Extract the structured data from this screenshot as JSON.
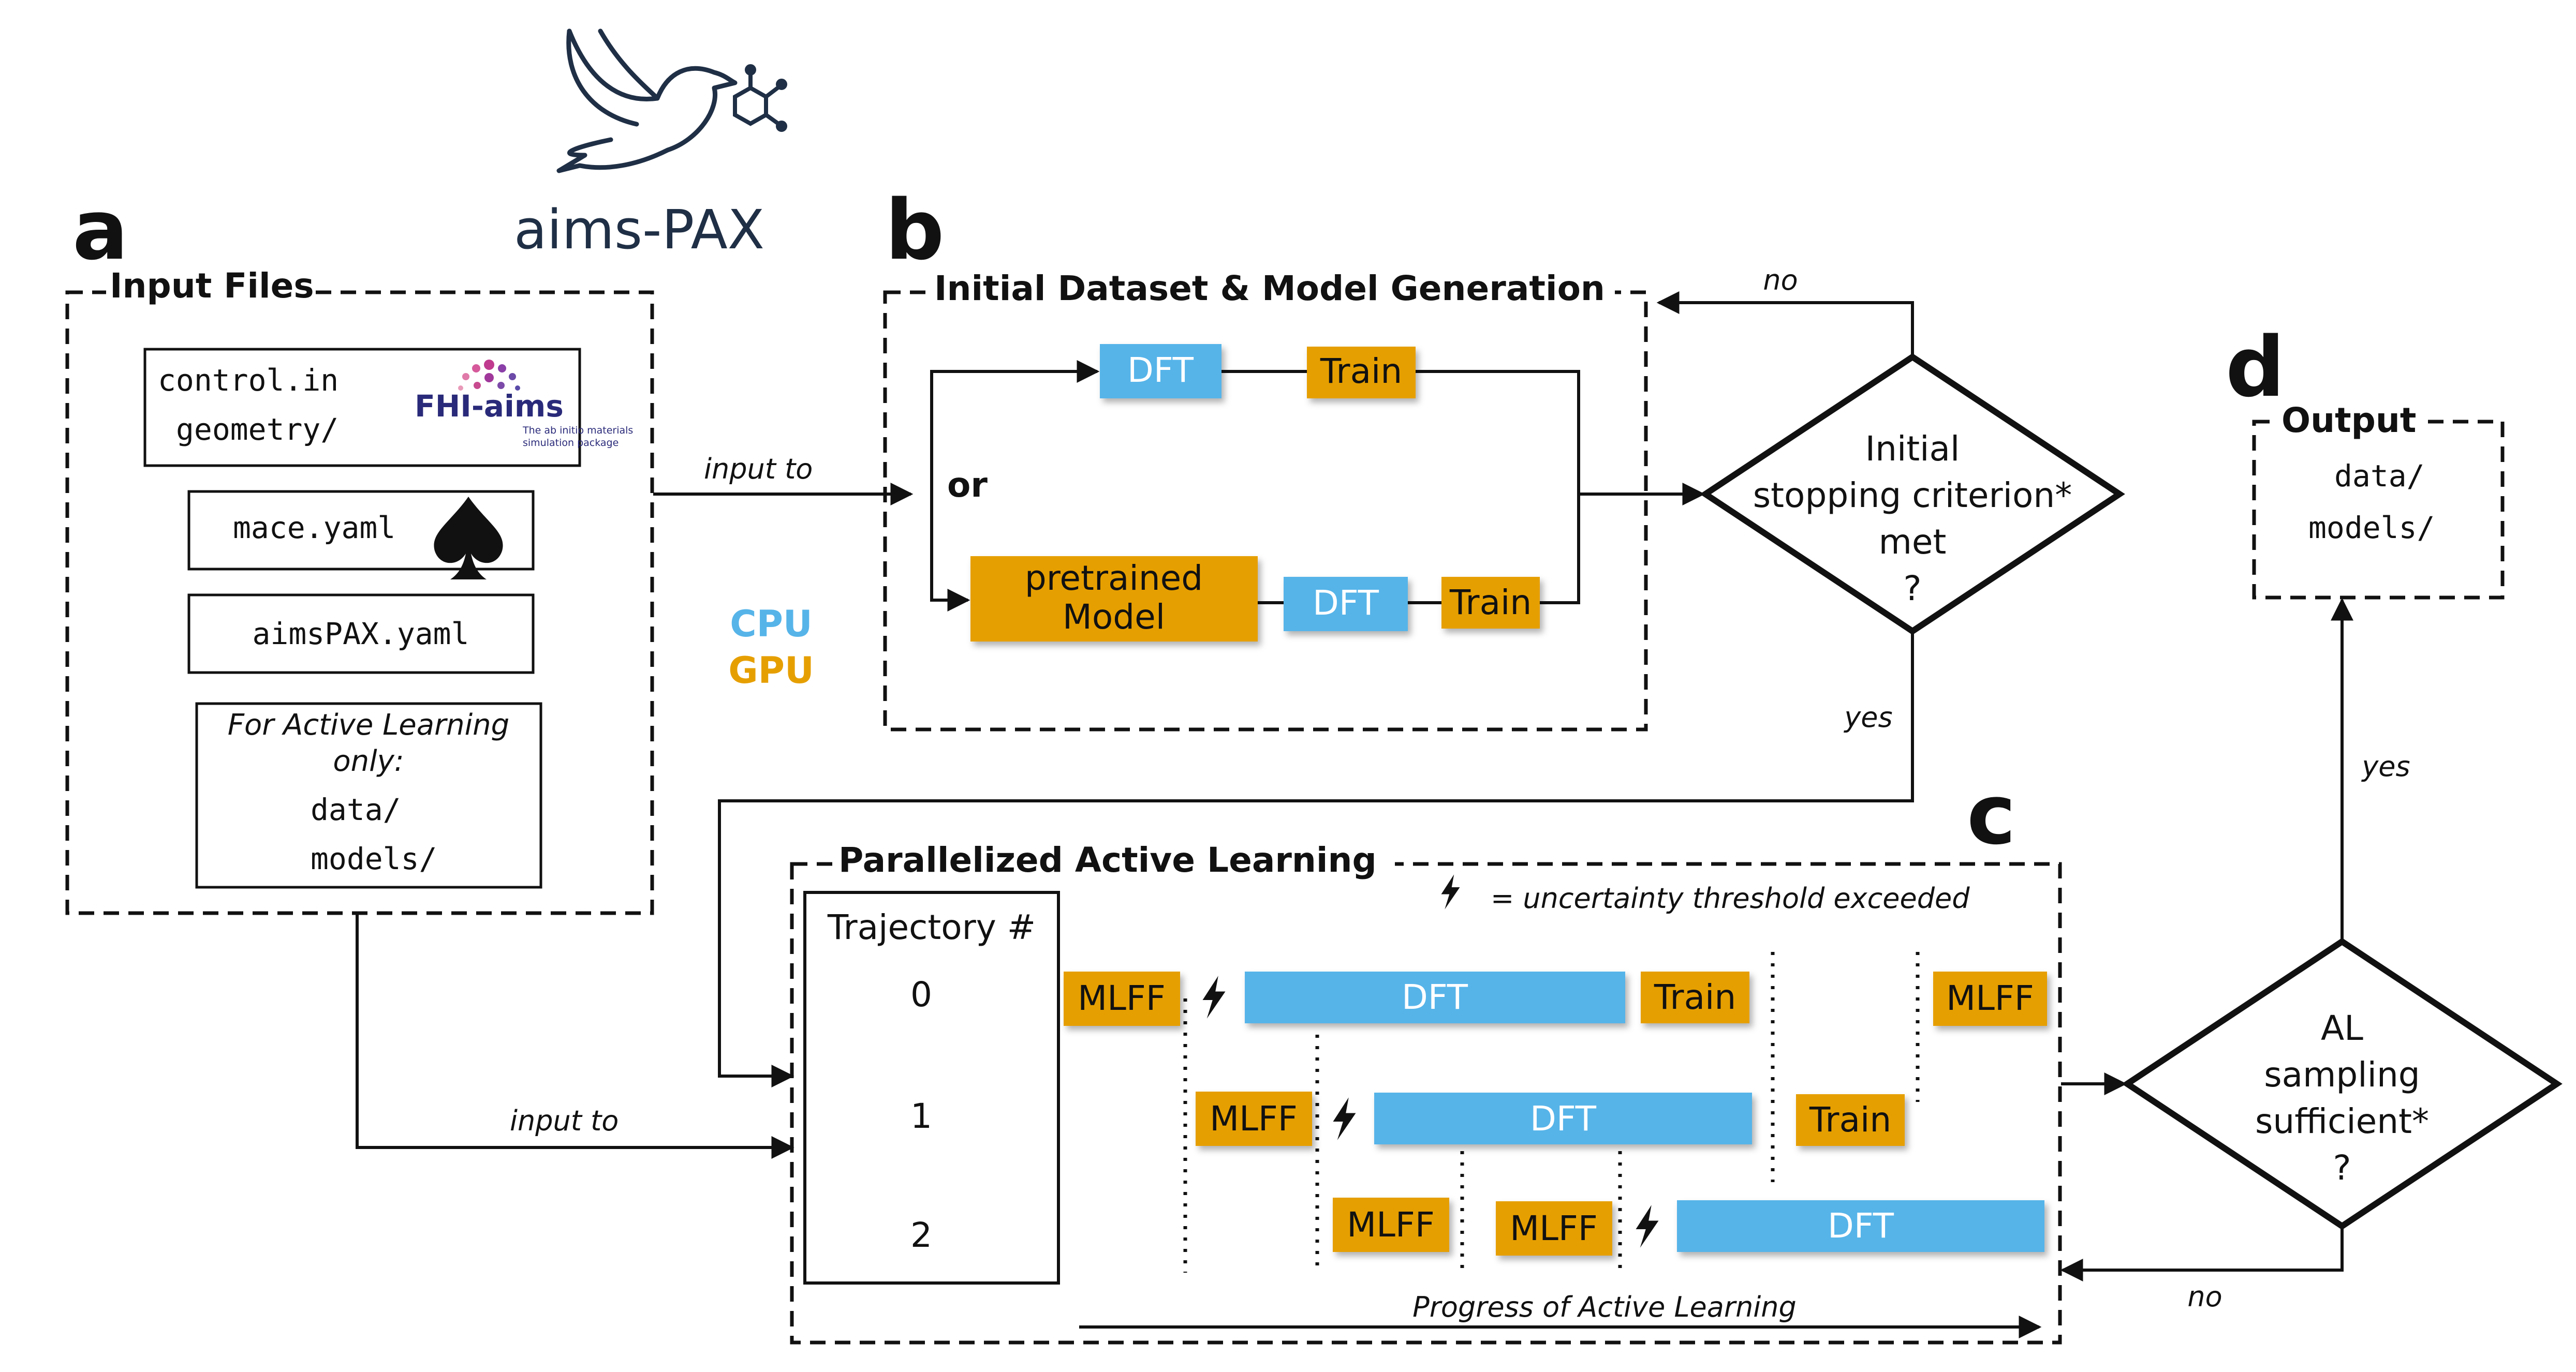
{
  "brand": {
    "name": "aims-PAX"
  },
  "panels": {
    "a": {
      "letter": "a",
      "title": "Input Files"
    },
    "b": {
      "letter": "b",
      "title": "Initial Dataset & Model Generation"
    },
    "c": {
      "letter": "c",
      "title": "Parallelized Active Learning"
    },
    "d": {
      "letter": "d",
      "title": "Output"
    }
  },
  "input_files": {
    "control": "control.in",
    "geometry": "geometry/",
    "fhi_logo_text": "FHI-aims",
    "fhi_tagline_1": "The ab initio materials",
    "fhi_tagline_2": "simulation package",
    "mace": "mace.yaml",
    "aimspax": "aimsPAX.yaml",
    "al_note_1": "For Active Learning",
    "al_note_2": "only:",
    "al_data": "data/",
    "al_models": "models/"
  },
  "labels": {
    "input_to": "input to",
    "or": "or",
    "yes": "yes",
    "no": "no",
    "cpu": "CPU",
    "gpu": "GPU"
  },
  "tasks": {
    "dft": "DFT",
    "train": "Train",
    "pretrained_1": "pretrained",
    "pretrained_2": "Model",
    "mlff": "MLFF"
  },
  "decisions": {
    "initial": [
      "Initial",
      "stopping criterion*",
      "met",
      "?"
    ],
    "al": [
      "AL",
      "sampling",
      "sufficient*",
      "?"
    ]
  },
  "al": {
    "legend": "= uncertainty threshold exceeded",
    "trajectory_header": "Trajectory #",
    "trajectories": [
      "0",
      "1",
      "2"
    ],
    "progress": "Progress of Active Learning"
  },
  "output": {
    "data": "data/",
    "models": "models/"
  },
  "colors": {
    "cpu": "#56b4e9",
    "gpu": "#e69f00",
    "ink": "#111111",
    "logo": "#1f2f45"
  }
}
